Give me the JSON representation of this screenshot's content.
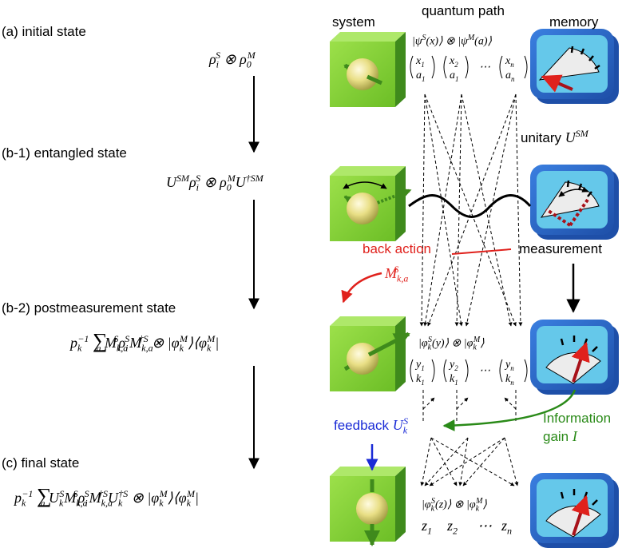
{
  "columns": {
    "system": "system",
    "quantum_path": "quantum path",
    "memory": "memory"
  },
  "states": {
    "a": "(a) initial state",
    "b1": "(b-1) entangled state",
    "b2": "(b-2) postmeasurement state",
    "c": "(c) final state"
  },
  "equations": {
    "a": "ρiS ⊗ ρ0M",
    "b1": "USM ρiS ⊗ ρ0M U†SM",
    "b2": "pk−1 Σa Mk,aS ρiS Mk,a†S ⊗ |φkM⟩⟨φkM|",
    "c": "pk−1 Σa UkS Mk,aS ρiS Mk,a†S Uk†S ⊗ |φkM⟩⟨φkM|"
  },
  "path_states": {
    "a": "|ψS(x)⟩ ⊗ |ψM(a)⟩",
    "b2": "|φkS(y)⟩ ⊗ |φkM⟩",
    "c": "|φkS(z)⟩ ⊗ |φkM⟩"
  },
  "vectors": {
    "a": [
      "x1 a1",
      "x2 a1",
      "xn an"
    ],
    "b2": [
      "y1 k1",
      "y2 k1",
      "yn kn"
    ],
    "c": [
      "z1",
      "z2",
      "zn"
    ],
    "dots": "⋯"
  },
  "annotations": {
    "unitary": "unitary",
    "unitary_symbol": "USM",
    "back_action": "back action",
    "back_action_symbol": "Mk,aS",
    "measurement": "measurement",
    "feedback": "feedback",
    "feedback_symbol": "UkS",
    "information": "Information",
    "gain": "gain",
    "gain_symbol": "I"
  },
  "colors": {
    "cube_face": "#86d234",
    "cube_side": "#3f8a1c",
    "ball": "#e9df86",
    "memory_blue": "#2a63c8",
    "memory_face": "#65c8ea",
    "needle": "#a8121a",
    "back_action": "#e0211c",
    "information": "#2a8a18",
    "feedback": "#1a2bd6"
  }
}
